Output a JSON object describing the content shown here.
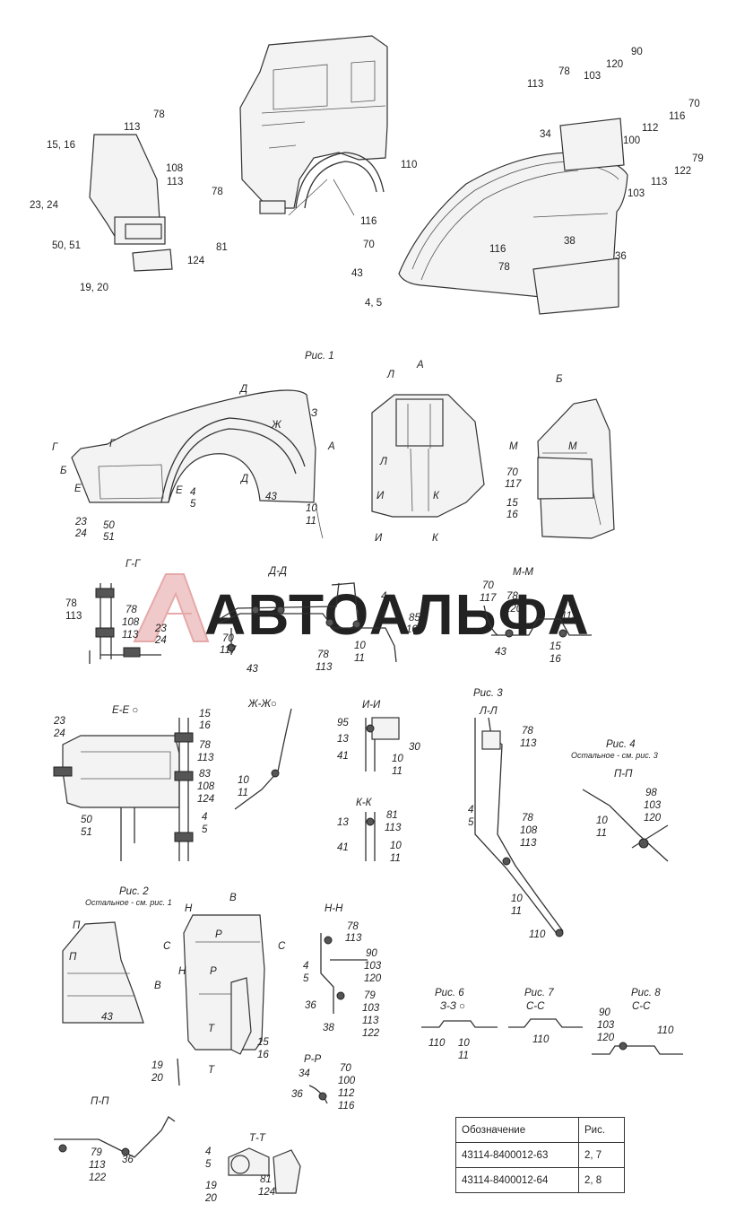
{
  "watermark": "АВТОАЛЬФА",
  "callouts": {
    "top": [
      "113",
      "78",
      "15, 16",
      "108",
      "113",
      "78",
      "23, 24",
      "50, 51",
      "124",
      "81",
      "19, 20",
      "110",
      "116",
      "70",
      "43",
      "4, 5",
      "113",
      "78",
      "103",
      "120",
      "90",
      "70",
      "116",
      "34",
      "112",
      "100",
      "79",
      "103",
      "113",
      "122",
      "38",
      "116",
      "78",
      "36"
    ],
    "fig1": [
      "Д",
      "З",
      "Ж",
      "А",
      "Г",
      "Г",
      "Б",
      "Е",
      "Е",
      "4",
      "5",
      "Д",
      "43",
      "10",
      "11",
      "23",
      "24",
      "50",
      "51"
    ],
    "viewA": [
      "Л",
      "Л",
      "И",
      "К",
      "И",
      "К"
    ],
    "viewB": [
      "М",
      "М",
      "70",
      "117",
      "15",
      "16"
    ],
    "secGG": [
      "78",
      "113",
      "78",
      "108",
      "113",
      "23",
      "24"
    ],
    "secDD": [
      "4",
      "5",
      "70",
      "117",
      "43",
      "78",
      "113",
      "10",
      "11",
      "85",
      "106"
    ],
    "secMM": [
      "70",
      "117",
      "78",
      "120",
      "78",
      "113",
      "43",
      "15",
      "16"
    ],
    "secEE": [
      "23",
      "24",
      "15",
      "16",
      "78",
      "113",
      "83",
      "108",
      "124",
      "50",
      "51",
      "4",
      "5"
    ],
    "secZhZh": [
      "10",
      "11"
    ],
    "secII": [
      "95",
      "13",
      "41",
      "30",
      "10",
      "11"
    ],
    "secKK": [
      "13",
      "81",
      "113",
      "41",
      "10",
      "11"
    ],
    "secLL": [
      "78",
      "113",
      "4",
      "5",
      "78",
      "108",
      "113",
      "10",
      "11",
      "110"
    ],
    "secPP1": [
      "98",
      "103",
      "120",
      "10",
      "11"
    ],
    "viewV": [
      "Н",
      "Н",
      "Р",
      "Р",
      "С",
      "С",
      "Т",
      "Т",
      "15",
      "16",
      "19",
      "20"
    ],
    "fig2": [
      "П",
      "П",
      "В",
      "43"
    ],
    "secNN": [
      "78",
      "113",
      "90",
      "103",
      "120",
      "4",
      "5",
      "36",
      "79",
      "103",
      "113",
      "122",
      "38"
    ],
    "secRR": [
      "34",
      "70",
      "100",
      "112",
      "116",
      "36"
    ],
    "secPP2": [
      "79",
      "113",
      "122",
      "36"
    ],
    "secTT": [
      "4",
      "5",
      "19",
      "20",
      "81",
      "124"
    ],
    "fig6": [
      "110",
      "10",
      "11"
    ],
    "fig7": [
      "110"
    ],
    "fig8": [
      "90",
      "103",
      "120",
      "110"
    ]
  },
  "captions": {
    "fig1": "Рис. 1",
    "fig2": "Рис. 2",
    "fig2_note": "Остальное - см. рис. 1",
    "fig3": "Рис. 3",
    "fig4": "Рис. 4",
    "fig4_note": "Остальное - см. рис. 3",
    "fig6": "Рис. 6",
    "fig7": "Рис. 7",
    "fig8": "Рис. 8",
    "view_a": "А",
    "view_b": "Б",
    "view_v": "В",
    "sec_gg": "Г-Г",
    "sec_dd": "Д-Д",
    "sec_mm": "М-М",
    "sec_ee": "Е-Е ○",
    "sec_zhzh": "Ж-Ж○",
    "sec_ii": "И-И",
    "sec_kk": "К-К",
    "sec_ll": "Л-Л",
    "sec_pp": "П-П",
    "sec_nn": "Н-Н",
    "sec_rr": "Р-Р",
    "sec_pp2": "П-П",
    "sec_tt": "Т-Т",
    "sec_zz": "З-З ○",
    "sec_ss": "С-С",
    "sec_ss2": "С-С"
  },
  "table": {
    "headers": [
      "Обозначение",
      "Рис."
    ],
    "rows": [
      [
        "43114-8400012-63",
        "2, 7"
      ],
      [
        "43114-8400012-64",
        "2, 8"
      ]
    ]
  }
}
